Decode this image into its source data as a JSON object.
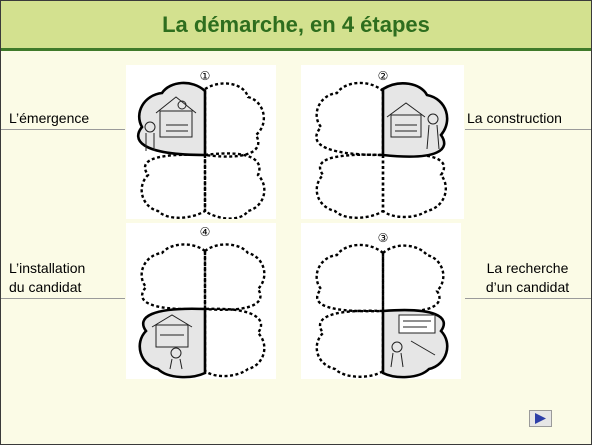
{
  "slide": {
    "title": "La démarche, en 4 étapes",
    "steps": [
      {
        "number": "①",
        "label": "L’émergence"
      },
      {
        "number": "②",
        "label": "La construction"
      },
      {
        "number": "③",
        "label_line1": "La recherche",
        "label_line2": "d’un candidat"
      },
      {
        "number": "④",
        "label_line1": "L’installation",
        "label_line2": "du candidat"
      }
    ],
    "colors": {
      "header": "#d3e18f",
      "title": "#2e6e1e",
      "background": "#fbfbe6"
    },
    "nav": {
      "next_icon": "play-triangle-icon"
    }
  }
}
